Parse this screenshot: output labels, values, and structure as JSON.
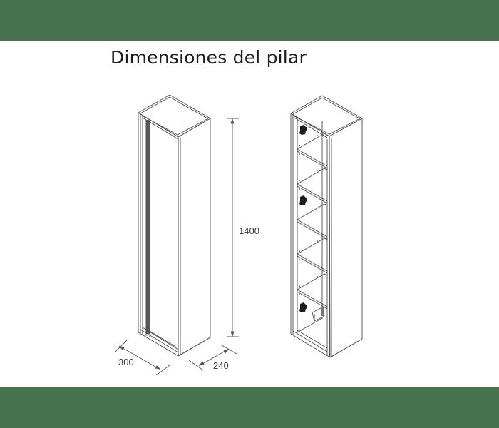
{
  "page": {
    "title": "Dimensiones del pilar",
    "colors": {
      "band": "#48714e",
      "background": "#ffffff",
      "line": "#4a4a4a",
      "title_text": "#1d1d1b"
    }
  },
  "figures": [
    {
      "name": "closed-cabinet",
      "description": "Tall column cabinet, closed, isometric view"
    },
    {
      "name": "open-cabinet",
      "description": "Tall column cabinet, open, showing 5 shelves and 3 hinges",
      "shelf_count": 5,
      "hinge_count": 3
    }
  ],
  "dimensions": {
    "height": {
      "value": "1400",
      "unit": "mm"
    },
    "width": {
      "value": "300",
      "unit": "mm"
    },
    "depth": {
      "value": "240",
      "unit": "mm"
    }
  }
}
